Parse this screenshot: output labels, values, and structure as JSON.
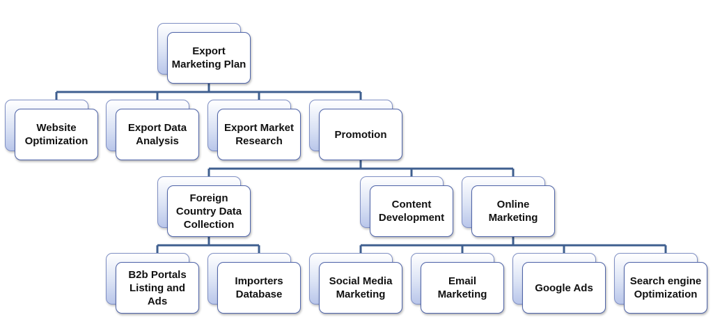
{
  "diagram": {
    "colors": {
      "connector": "#3f5f8f",
      "node_border": "#4e63a8",
      "node_shadow_fill": "#c9d3f0"
    },
    "nodes": {
      "root": {
        "label": "Export Marketing Plan"
      },
      "website": {
        "label": "Website Optimization"
      },
      "data_analysis": {
        "label": "Export Data Analysis"
      },
      "market_research": {
        "label": "Export Market Research"
      },
      "promotion": {
        "label": "Promotion"
      },
      "foreign_data": {
        "label": "Foreign Country Data Collection"
      },
      "content": {
        "label": "Content Development"
      },
      "online": {
        "label": "Online Marketing"
      },
      "b2b": {
        "label": "B2b Portals Listing and Ads"
      },
      "importers": {
        "label": "Importers Database"
      },
      "social": {
        "label": "Social Media Marketing"
      },
      "email": {
        "label": "Email Marketing"
      },
      "google": {
        "label": "Google Ads"
      },
      "seo": {
        "label": "Search engine Optimization"
      }
    },
    "edges": [
      [
        "root",
        "website"
      ],
      [
        "root",
        "data_analysis"
      ],
      [
        "root",
        "market_research"
      ],
      [
        "root",
        "promotion"
      ],
      [
        "promotion",
        "foreign_data"
      ],
      [
        "promotion",
        "content"
      ],
      [
        "promotion",
        "online"
      ],
      [
        "foreign_data",
        "b2b"
      ],
      [
        "foreign_data",
        "importers"
      ],
      [
        "online",
        "social"
      ],
      [
        "online",
        "email"
      ],
      [
        "online",
        "google"
      ],
      [
        "online",
        "seo"
      ]
    ]
  }
}
